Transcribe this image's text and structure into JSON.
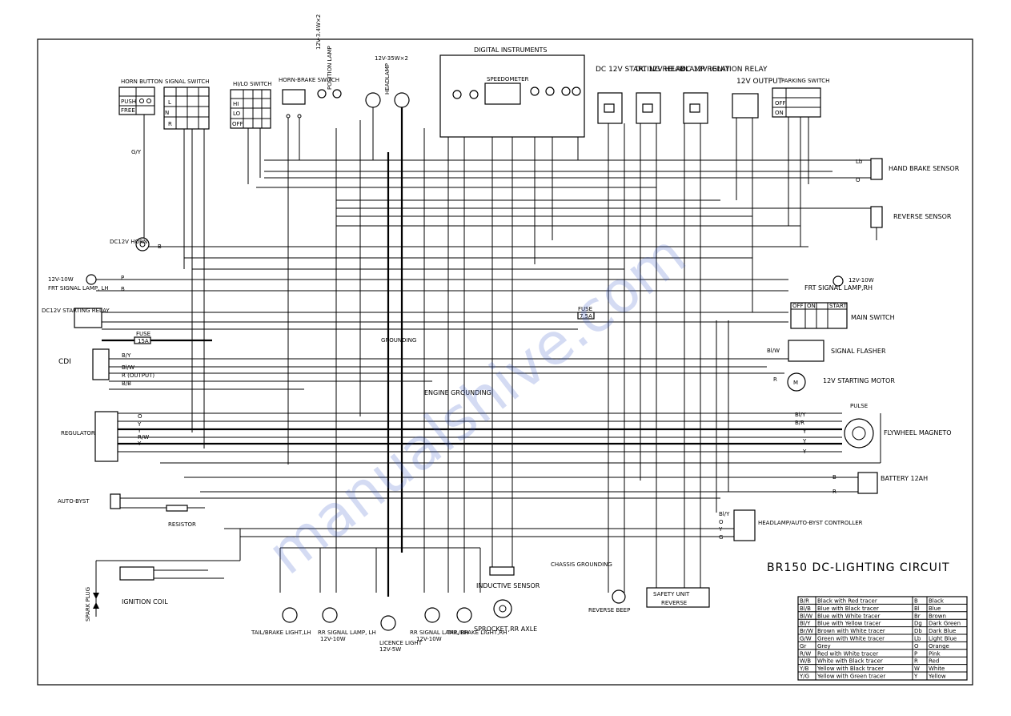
{
  "diagram": {
    "title": "BR150 DC-LIGHTING CIRCUIT",
    "watermark": "manualshive.com",
    "components": {
      "horn_button": {
        "label": "HORN BUTTON",
        "rows": [
          "PUSH",
          "FREE"
        ]
      },
      "signal_switch": {
        "label": "SIGNAL SWITCH",
        "rows": [
          "L",
          "N",
          "R"
        ]
      },
      "hi_lo_switch": {
        "label": "HI/LO SWITCH",
        "rows": [
          "HI",
          "LO",
          "OFF"
        ]
      },
      "horn_brake_switch": {
        "label": "HORN-BRAKE SWITCH"
      },
      "position_lamp": {
        "label": "POSITION LAMP",
        "rating": "12V-3.4W×2"
      },
      "headlamp": {
        "label": "HEADLAMP",
        "rating": "12V-35W×2"
      },
      "digital_instruments": {
        "label": "DIGITAL INSTRUMENTS",
        "speedometer": "SPEEDOMETER"
      },
      "starting_relay": {
        "label": "DC 12V STARTING RELAY"
      },
      "headlamp_relay": {
        "label": "DC 12V HEADLAMP RELAY"
      },
      "ignition_relay": {
        "label": "DC 12V IGNITION RELAY"
      },
      "output_12v": {
        "label": "12V OUTPUT"
      },
      "parking_switch": {
        "label": "PARKING SWITCH",
        "rows": [
          "OFF",
          "ON"
        ]
      },
      "hand_brake_sensor": {
        "label": "HAND BRAKE SENSOR"
      },
      "reverse_sensor": {
        "label": "REVERSE SENSOR"
      },
      "horn": {
        "label": "DC12V HORN"
      },
      "frt_signal_lh": {
        "label": "FRT SIGNAL LAMP, LH",
        "rating": "12V-10W"
      },
      "frt_signal_rh": {
        "label": "FRT SIGNAL LAMP,RH",
        "rating": "12V-10W"
      },
      "starting_relay_dc": {
        "label": "DC12V STARTING RELAY"
      },
      "main_switch": {
        "label": "MAIN SWITCH",
        "cols": [
          "OFF",
          "ON",
          "START"
        ]
      },
      "cdi": {
        "label": "CDI"
      },
      "signal_flasher": {
        "label": "SIGNAL FLASHER"
      },
      "starting_motor": {
        "label": "12V STARTING MOTOR",
        "symbol": "M"
      },
      "regulator": {
        "label": "REGULATOR"
      },
      "engine_grounding": {
        "label": "ENGINE GROUNDING"
      },
      "pulse": {
        "label": "PULSE"
      },
      "flywheel_magneto": {
        "label": "FLYWHEEL MAGNETO"
      },
      "battery": {
        "label": "BATTERY 12AH"
      },
      "auto_bystr": {
        "label": "AUTO-BYST"
      },
      "resistor": {
        "label": "RESISTOR"
      },
      "headlamp_controller": {
        "label": "HEADLAMP/AUTO-BYST CONTROLLER"
      },
      "spark_plug": {
        "label": "SPARK PLUG"
      },
      "ignition_coil": {
        "label": "IGNITION COIL"
      },
      "inductive_sensor": {
        "label": "INDUCTIVE SENSOR"
      },
      "sprocket": {
        "label": "SPROCKET,RR AXLE"
      },
      "chassis_grounding": {
        "label": "CHASSIS GROUNDING"
      },
      "safety_unit": {
        "label": "SAFETY UNIT",
        "sub": "REVERSE"
      },
      "reverse_beep": {
        "label": "REVERSE BEEP"
      },
      "tail_lh": {
        "label": "TAIL/BRAKE LIGHT,LH"
      },
      "rr_signal_lh": {
        "label": "RR SIGNAL LAMP, LH",
        "rating": "12V-10W"
      },
      "license_light": {
        "label": "LICENCE LIGHT",
        "rating": "12V-5W"
      },
      "rr_signal_rh": {
        "label": "RR SIGNAL LAMP, RH",
        "rating": "12V-10W"
      },
      "tail_rh": {
        "label": "TAIL/BRAKE LIGHT,RH"
      },
      "grounding": {
        "label": "GROUNDING"
      },
      "fuse1": {
        "label": "FUSE",
        "rating": "15A"
      },
      "fuse2": {
        "label": "FUSE",
        "rating": "7.5A"
      }
    },
    "legend": [
      {
        "code": "B/R",
        "desc": "Black with Red tracer",
        "c2": "B",
        "d2": "Black"
      },
      {
        "code": "Bl/B",
        "desc": "Blue with Black tracer",
        "c2": "Bl",
        "d2": "Blue"
      },
      {
        "code": "Bl/W",
        "desc": "Blue with White tracer",
        "c2": "Br",
        "d2": "Brown"
      },
      {
        "code": "Bl/Y",
        "desc": "Blue with Yellow tracer",
        "c2": "Dg",
        "d2": "Dark Green"
      },
      {
        "code": "Br/W",
        "desc": "Brown with White tracer",
        "c2": "Db",
        "d2": "Dark Blue"
      },
      {
        "code": "G/W",
        "desc": "Green with White tracer",
        "c2": "Lb",
        "d2": "Light Blue"
      },
      {
        "code": "Gr",
        "desc": "Grey",
        "c2": "O",
        "d2": "Orange"
      },
      {
        "code": "R/W",
        "desc": "Red with White tracer",
        "c2": "P",
        "d2": "Pink"
      },
      {
        "code": "W/B",
        "desc": "White with Black tracer",
        "c2": "R",
        "d2": "Red"
      },
      {
        "code": "Y/B",
        "desc": "Yellow with Black tracer",
        "c2": "W",
        "d2": "White"
      },
      {
        "code": "Y/G",
        "desc": "Yellow with Green tracer",
        "c2": "Y",
        "d2": "Yellow"
      }
    ],
    "wire_labels": {
      "horn_left": "G/Y",
      "horn_right": "B",
      "frt_lh_1": "P",
      "frt_lh_2": "B",
      "reg_1": "O",
      "reg_2": "Y",
      "reg_3": "Y",
      "reg_4": "R/W",
      "reg_5": "Y",
      "cdi_1": "B/Y",
      "cdi_2": "Bl/W",
      "cdi_3": "R (OUTPUT)",
      "cdi_4": "B/B",
      "flasher_1": "Bl/W",
      "motor": "R",
      "mag_1": "Bl/Y",
      "mag_2": "B/R",
      "mag_3": "Y",
      "mag_4": "Y",
      "mag_5": "Y",
      "bat_1": "B",
      "bat_2": "R",
      "ctrl_1": "Bl/Y",
      "ctrl_2": "O",
      "ctrl_3": "Y",
      "ctrl_4": "G",
      "hbs_1": "Lb",
      "hbs_2": "O"
    }
  }
}
